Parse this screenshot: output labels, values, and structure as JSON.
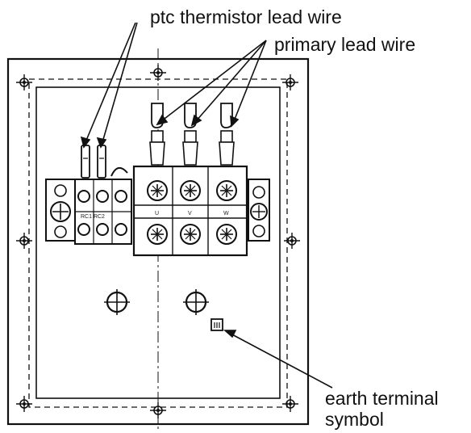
{
  "labels": {
    "ptc_thermistor_lead_wire": "ptc thermistor lead wire",
    "primary_lead_wire": "primary lead wire",
    "earth_terminal_line1": "earth terminal",
    "earth_terminal_line2": "symbol"
  },
  "terminal_marks": {
    "ptc_pair": "RC1 RC2",
    "phase_u": "U",
    "phase_v": "V",
    "phase_w": "W"
  },
  "colors": {
    "ink": "#111111",
    "paper": "#ffffff"
  }
}
